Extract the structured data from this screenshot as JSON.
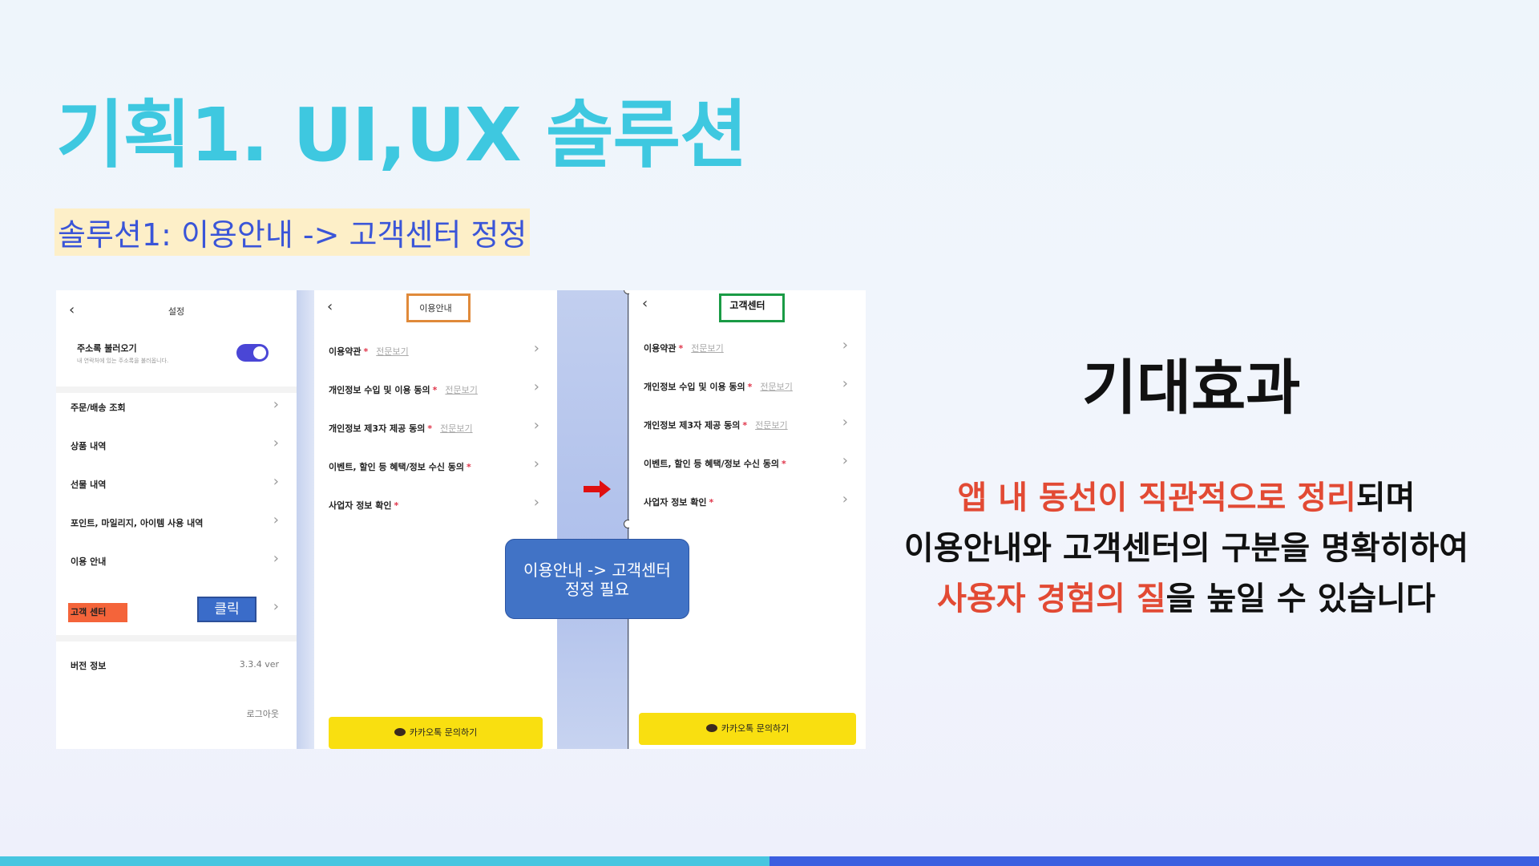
{
  "slide": {
    "title": "기획1. UI,UX 솔루션",
    "subtitle": "솔루션1: 이용안내 -> 고객센터 정정"
  },
  "screen1": {
    "header": "설정",
    "back_icon": "‹",
    "address_label": "주소록 불러오기",
    "address_sub": "내 연락처에 있는 주소록을 불러옵니다.",
    "items": [
      "주문/배송 조회",
      "상품 내역",
      "선물 내역",
      "포인트, 마일리지, 아이템 사용 내역",
      "이용 안내"
    ],
    "customer_center": "고객 센터",
    "click_label": "클릭",
    "version_label": "버전 정보",
    "version_value": "3.3.4 ver",
    "logout": "로그아웃"
  },
  "screen2": {
    "header": "이용안내",
    "items": [
      {
        "label": "이용약관",
        "view": "전문보기"
      },
      {
        "label": "개인정보 수입 및 이용 동의",
        "view": "전문보기"
      },
      {
        "label": "개인정보 제3자 제공 동의",
        "view": "전문보기"
      },
      {
        "label": "이벤트, 할인 등 혜택/정보 수신 동의",
        "view": ""
      },
      {
        "label": "사업자 정보 확인",
        "view": ""
      }
    ],
    "kakao_button": "카카오톡 문의하기"
  },
  "screen3": {
    "header": "고객센터",
    "items": [
      {
        "label": "이용약관",
        "view": "전문보기"
      },
      {
        "label": "개인정보 수입 및 이용 동의",
        "view": "전문보기"
      },
      {
        "label": "개인정보 제3자 제공 동의",
        "view": "전문보기"
      },
      {
        "label": "이벤트, 할인 등 혜택/정보 수신 동의",
        "view": ""
      },
      {
        "label": "사업자 정보 확인",
        "view": ""
      }
    ],
    "kakao_button": "카카오톡 문의하기"
  },
  "callout": {
    "line1": "이용안내 -> 고객센터",
    "line2": "정정 필요"
  },
  "effect": {
    "title": "기대효과",
    "line1_highlight": "앱 내 동선이 직관적으로 정리",
    "line1_rest": "되며",
    "line2": "이용안내와 고객센터의 구분을 명확히하여",
    "line3_highlight": "사용자 경험의 질",
    "line3_rest": "을 높일 수 있습니다"
  },
  "colors": {
    "title": "#3ec8e0",
    "subtitle": "#3a55d8",
    "highlight_red": "#e24a34",
    "kakao_yellow": "#f9df10",
    "callout_blue": "#4173c6"
  },
  "icons": {
    "back": "chevron-left-icon",
    "row_arrow": "chevron-right-icon",
    "kakao": "chat-bubble-icon",
    "arrow": "red-arrow-right-icon"
  }
}
